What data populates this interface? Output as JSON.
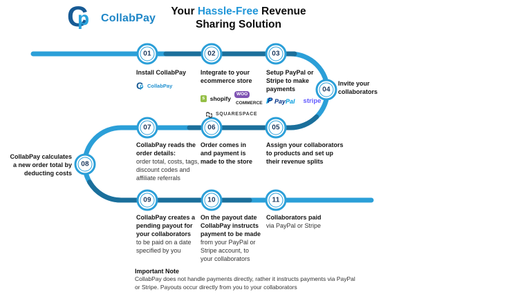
{
  "brand": {
    "name": "CollabPay"
  },
  "title": {
    "pre": "Your",
    "highlight": "Hassle-Free",
    "post": "Revenue",
    "line2": "Sharing Solution"
  },
  "steps": [
    {
      "num": "01",
      "heading_lines": [
        "Install CollabPay"
      ]
    },
    {
      "num": "02",
      "heading_lines": [
        "Integrate to your",
        "ecommerce store"
      ]
    },
    {
      "num": "03",
      "heading_lines": [
        "Setup PayPal or",
        "Stripe to make",
        "payments"
      ]
    },
    {
      "num": "04",
      "heading_lines": [
        "Invite your",
        "collaborators"
      ]
    },
    {
      "num": "05",
      "heading_lines": [
        "Assign your collaborators",
        "to products and set up",
        "their revenue splits"
      ]
    },
    {
      "num": "06",
      "heading_lines": [
        "Order comes in",
        "and payment is",
        "made to the store"
      ]
    },
    {
      "num": "07",
      "heading_lines": [
        "CollabPay reads the",
        "order details:"
      ],
      "body_lines": [
        "order total, costs, tags,",
        "discount codes and",
        "affiliate referrals"
      ]
    },
    {
      "num": "08",
      "heading_lines": [
        "CollabPay calculates",
        "a new order total by",
        "deducting costs"
      ]
    },
    {
      "num": "09",
      "heading_lines": [
        "CollabPay creates a",
        "pending payout for",
        "your collaborators"
      ],
      "body_lines": [
        "to be paid on a date",
        "specified by you"
      ]
    },
    {
      "num": "10",
      "heading_lines": [
        "On the payout date",
        "CollabPay instructs",
        "payment to be made"
      ],
      "body_lines": [
        "from your PayPal or",
        "Stripe account, to",
        "your collaborators"
      ]
    },
    {
      "num": "11",
      "heading_lines": [
        "Collaborators paid"
      ],
      "body_lines": [
        "via PayPal or Stripe"
      ]
    }
  ],
  "logos": {
    "collabpay": "CollabPay",
    "shopify_s": "s",
    "shopify": "shopify",
    "woo_badge": "WOO",
    "woo_rest": "COMMERCE",
    "squarespace": "SQUARESPACE",
    "paypal_p": "P",
    "paypal_pay": "Pay",
    "paypal_pal": "Pal",
    "stripe": "stripe",
    "logo_c": "C",
    "logo_p": "p"
  },
  "note": {
    "title": "Important Note",
    "lines": [
      "CollabPay does not handle payments directly, rather it instructs payments via PayPal",
      "or Stripe. Payouts occur directly from you to your collaborators"
    ]
  },
  "colors": {
    "accent_light": "#2B9FD8",
    "accent_dark": "#1B6F9B",
    "number_navy": "#1D3A5F",
    "title_highlight": "#2196D8",
    "paypal_navy": "#003087",
    "paypal_blue": "#009CDE",
    "stripe_purple": "#635BFF",
    "shopify_green": "#95BF47",
    "woo_purple": "#7F54B3"
  }
}
